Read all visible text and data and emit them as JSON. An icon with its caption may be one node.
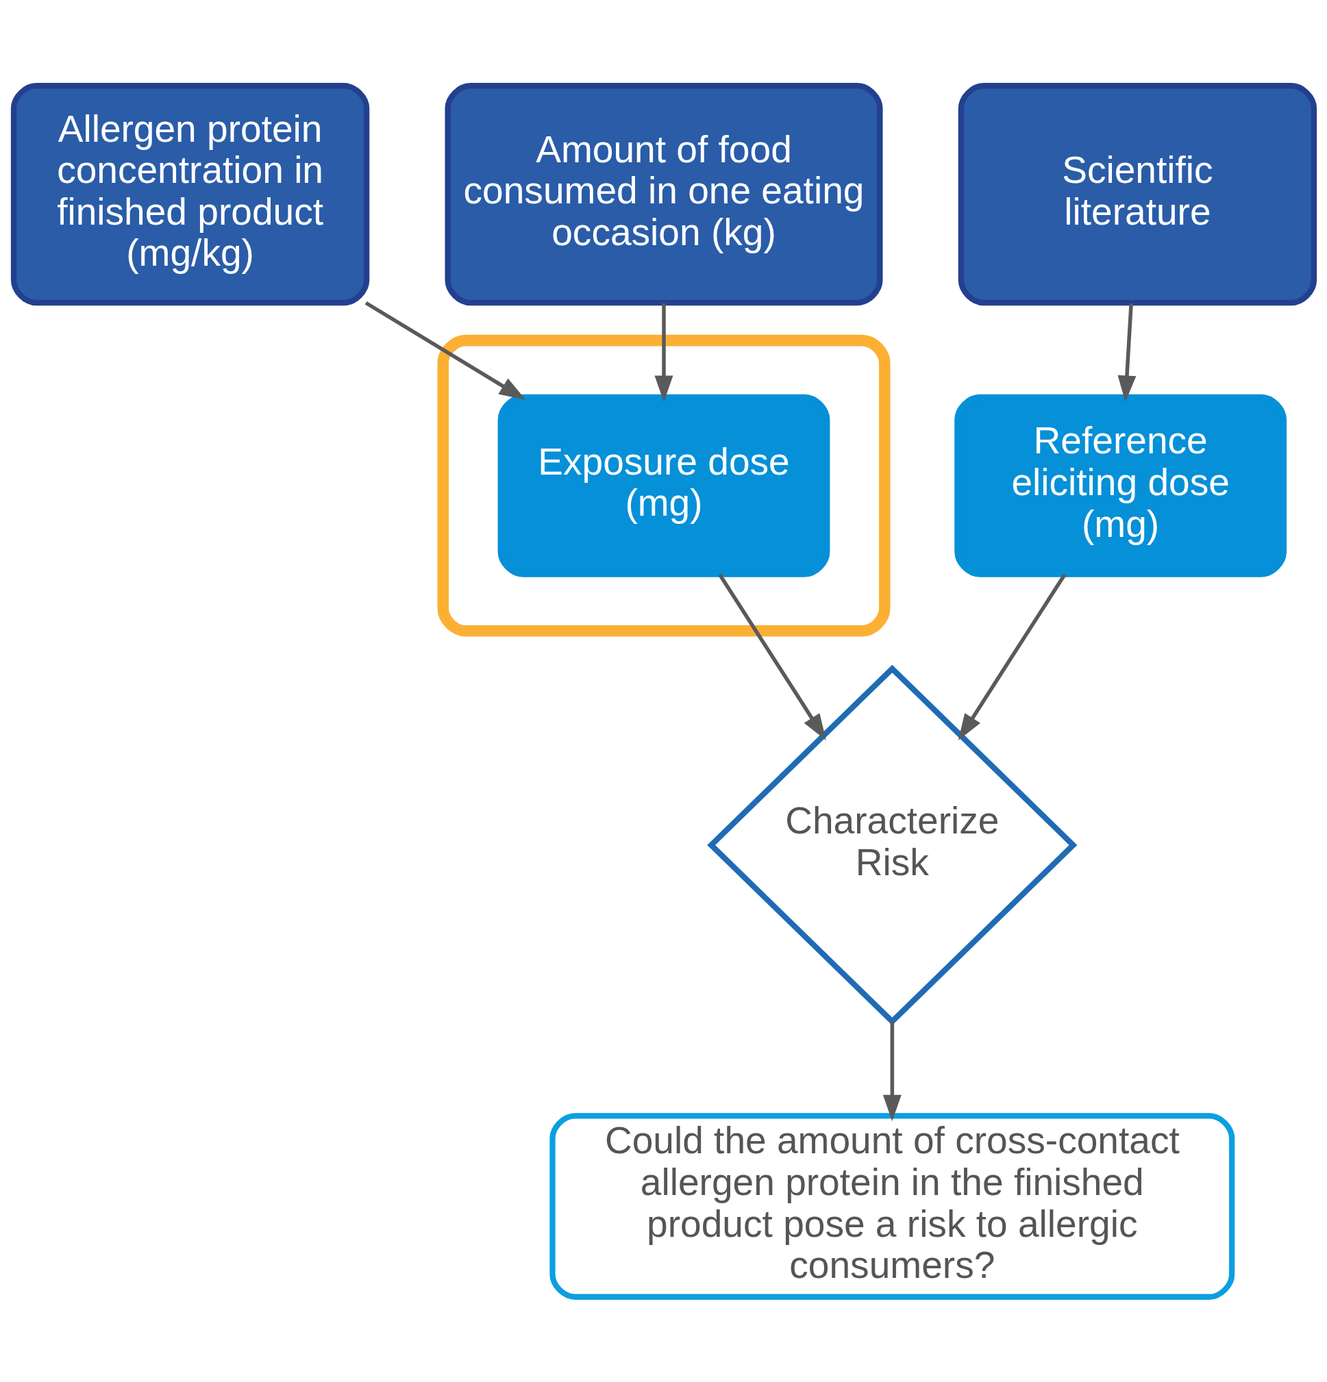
{
  "diagram": {
    "nodes": [
      {
        "text": [
          "Allergen protein concentration in finished product (mg/kg)"
        ]
      },
      {
        "text": [
          "Amount of food consumed in one eating occasion (kg)"
        ]
      },
      {
        "text": [
          "Scientific literature"
        ]
      },
      {
        "text": [],
        "shape": "ellipse"
      },
      {
        "text": [
          "Exposure dose (mg)"
        ],
        "in": 3
      },
      {
        "text": [
          "Reference eliciting dose (mg)"
        ]
      },
      {
        "text": [
          "Characterize Risk"
        ]
      },
      {
        "text": [
          "Could the amount of cross-contact allergen protein in the finished product pose a risk to allergic consumers?"
        ]
      }
    ],
    "edges": [
      {
        "from": 0,
        "to": 4,
        "arrow": "to"
      },
      {
        "from": 1,
        "to": 4,
        "arrow": "to"
      },
      {
        "from": 2,
        "to": 5,
        "arrow": "to"
      },
      {
        "from": 4,
        "to": 6,
        "arrow": "to"
      },
      {
        "from": 5,
        "to": 6,
        "arrow": "to"
      },
      {
        "from": 6,
        "to": 7,
        "arrow": "to"
      }
    ]
  }
}
